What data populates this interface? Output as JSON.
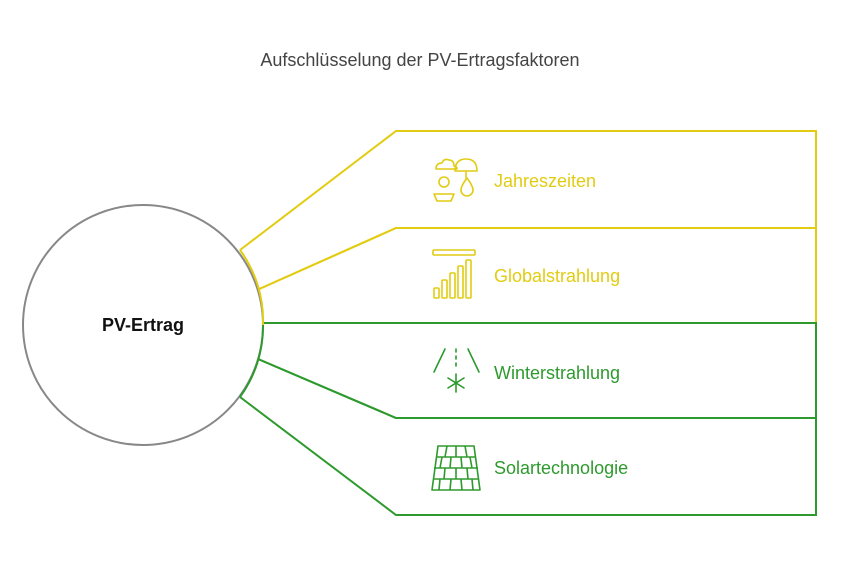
{
  "title": "Aufschlüsselung der PV-Ertragsfaktoren",
  "center": {
    "label": "PV-Ertrag"
  },
  "colors": {
    "yellow": "#E2CC12",
    "green": "#2E9A2E",
    "circle": "#888888"
  },
  "items": [
    {
      "label": "Jahreszeiten",
      "icon": "seasons-icon",
      "color": "yellow"
    },
    {
      "label": "Globalstrahlung",
      "icon": "bar-chart-icon",
      "color": "yellow"
    },
    {
      "label": "Winterstrahlung",
      "icon": "snowflake-icon",
      "color": "green"
    },
    {
      "label": "Solartechnologie",
      "icon": "solar-panel-icon",
      "color": "green"
    }
  ]
}
